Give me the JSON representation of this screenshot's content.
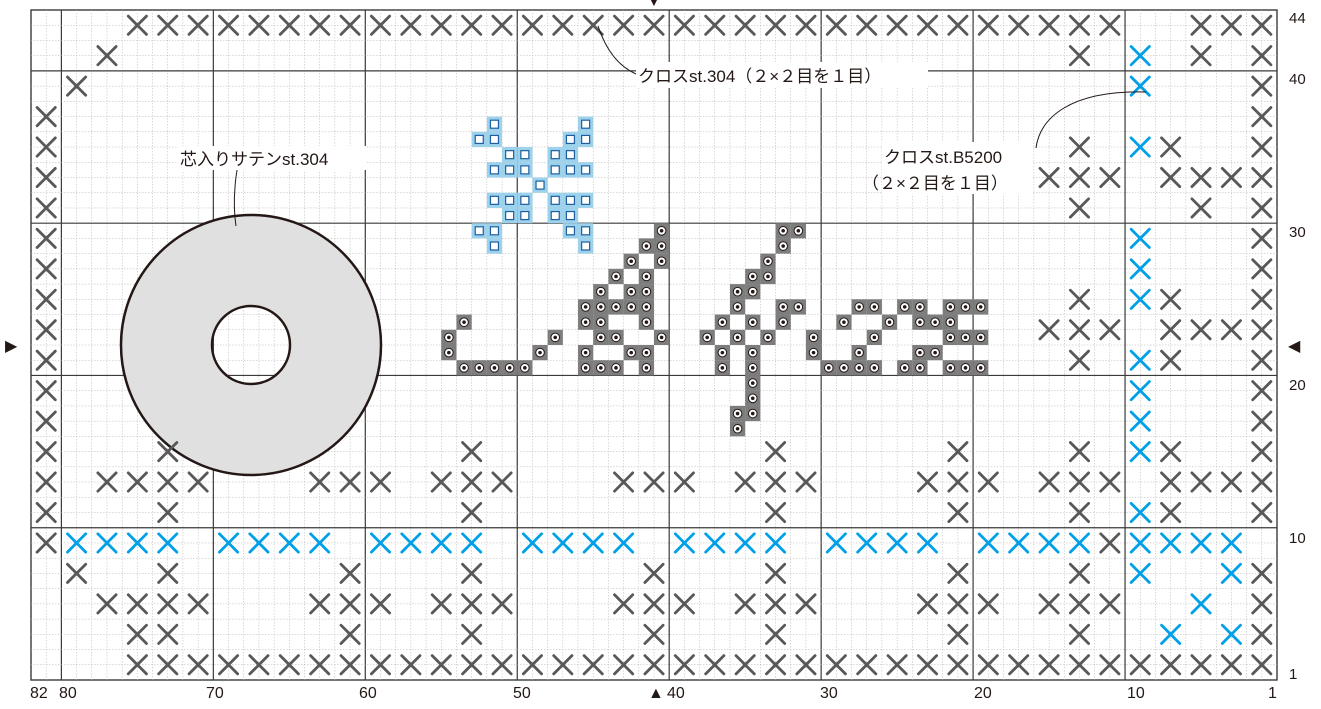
{
  "pattern": {
    "grid_cols": 82,
    "grid_rows": 44,
    "bottom_axis_labels": [
      "82",
      "80",
      "70",
      "60",
      "50",
      "40",
      "30",
      "20",
      "10",
      "1"
    ],
    "right_axis_labels": [
      "44",
      "40",
      "30",
      "20",
      "10",
      "1"
    ],
    "center_markers": {
      "bottom": "▲",
      "left": "▶",
      "right": "◀",
      "top": "▼"
    },
    "annotations": {
      "satin_label": "芯入りサテンst.304",
      "cross_304_label": "クロスst.304（２×２目を１目）",
      "cross_b5200_line1": "クロスst.B5200",
      "cross_b5200_line2": "（２×２目を１目）"
    },
    "colors": {
      "cross_304": "#595757",
      "cross_b5200": "#00a0e9",
      "satin_fill": "#e0e0e0",
      "square_motif_fill": "#9dd2ec",
      "script_fill": "#7d7d7d",
      "grid_major": "#3a3a3a",
      "grid_minor": "#b3b3b3"
    },
    "symbols": [
      "cross-icon",
      "square-stitch-icon",
      "ring-stitch-icon"
    ]
  }
}
